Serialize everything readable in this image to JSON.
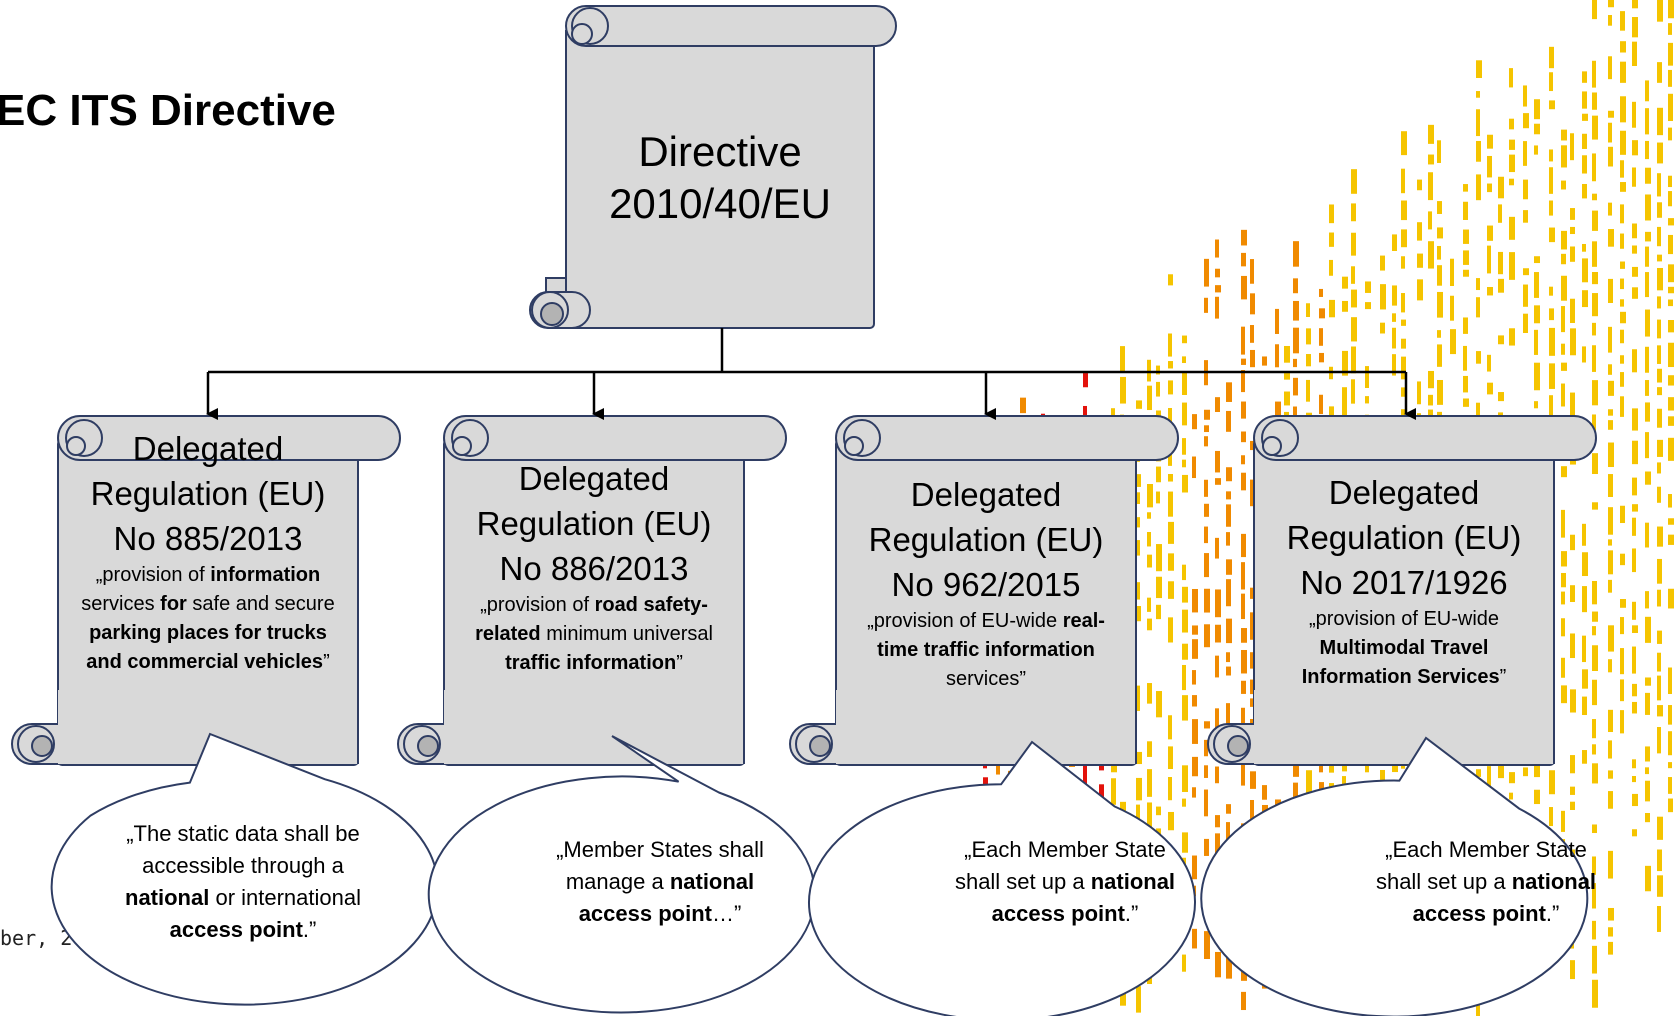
{
  "header": {
    "title": "EC ITS Directive"
  },
  "footer": {
    "date_fragment": "ber, 20"
  },
  "directive": {
    "title": "Directive 2010/40/EU"
  },
  "regulations": [
    {
      "title": "Delegated Regulation (EU) No 885/2013",
      "desc": [
        {
          "t": "„provision of ",
          "b": false
        },
        {
          "t": "information",
          "b": true
        },
        {
          "t": " services ",
          "b": false
        },
        {
          "t": "for",
          "b": true
        },
        {
          "t": " safe and secure ",
          "b": false
        },
        {
          "t": "parking places for trucks and commercial vehicles",
          "b": true
        },
        {
          "t": "”",
          "b": false
        }
      ],
      "quote": [
        {
          "t": "„The static data shall be accessible through a ",
          "b": false
        },
        {
          "t": "national",
          "b": true
        },
        {
          "t": " or international ",
          "b": false
        },
        {
          "t": "access point",
          "b": true
        },
        {
          "t": ".”",
          "b": false
        }
      ]
    },
    {
      "title": "Delegated Regulation (EU) No 886/2013",
      "desc": [
        {
          "t": "„provision of ",
          "b": false
        },
        {
          "t": "road safety-related",
          "b": true
        },
        {
          "t": " minimum universal ",
          "b": false
        },
        {
          "t": "traffic information",
          "b": true
        },
        {
          "t": "”",
          "b": false
        }
      ],
      "quote": [
        {
          "t": "„Member States shall manage a ",
          "b": false
        },
        {
          "t": "national access point",
          "b": true
        },
        {
          "t": "…”",
          "b": false
        }
      ]
    },
    {
      "title": "Delegated Regulation (EU) No 962/2015",
      "desc": [
        {
          "t": "„provision of EU-wide ",
          "b": false
        },
        {
          "t": "real-time traffic information",
          "b": true
        },
        {
          "t": " services”",
          "b": false
        }
      ],
      "quote": [
        {
          "t": "„Each Member State shall set up a ",
          "b": false
        },
        {
          "t": "national access point",
          "b": true
        },
        {
          "t": ".”",
          "b": false
        }
      ]
    },
    {
      "title": "Delegated Regulation (EU) No 2017/1926",
      "desc": [
        {
          "t": "„provision of EU-wide ",
          "b": false
        },
        {
          "t": "Multimodal Travel Information Services",
          "b": true
        },
        {
          "t": "”",
          "b": false
        }
      ],
      "quote": [
        {
          "t": "„Each Member State shall set up a ",
          "b": false
        },
        {
          "t": "national access point",
          "b": true
        },
        {
          "t": ".”",
          "b": false
        }
      ]
    }
  ],
  "colors": {
    "scroll_fill": "#d9d9d9",
    "scroll_stroke": "#2f3d63",
    "curl_fill": "#b3b3b3",
    "bubble_stroke": "#2f3d63",
    "accent_yellow": "#f5c400",
    "accent_orange": "#f08a00",
    "accent_red": "#e3120b"
  }
}
